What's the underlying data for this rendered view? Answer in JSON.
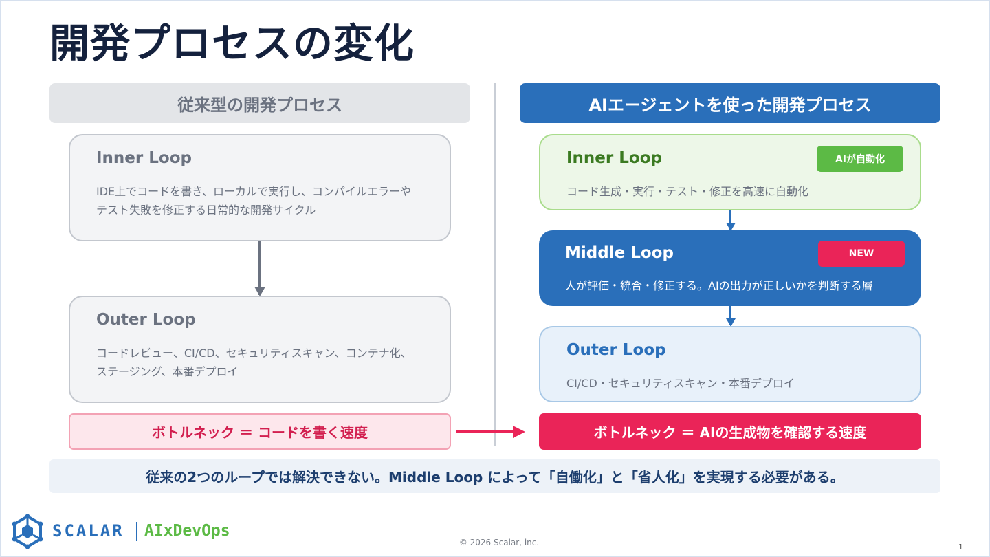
{
  "title": "開発プロセスの変化",
  "left_header": "従来型の開発プロセス",
  "right_header": "AIエージェントを使った開発プロセス",
  "left": {
    "inner": {
      "title": "Inner Loop",
      "desc": "IDE上でコードを書き、ローカルで実行し、コンパイルエラーやテスト失敗を修正する日常的な開発サイクル"
    },
    "outer": {
      "title": "Outer Loop",
      "desc": "コードレビュー、CI/CD、セキュリティスキャン、コンテナ化、ステージング、本番デプロイ"
    },
    "bottleneck": "ボトルネック ＝ コードを書く速度"
  },
  "right": {
    "inner": {
      "title": "Inner Loop",
      "badge": "AIが自動化",
      "desc": "コード生成・実行・テスト・修正を高速に自動化"
    },
    "middle": {
      "title": "Middle Loop",
      "badge": "NEW",
      "desc": "人が評価・統合・修正する。AIの出力が正しいかを判断する層"
    },
    "outer": {
      "title": "Outer Loop",
      "desc": "CI/CD・セキュリティスキャン・本番デプロイ"
    },
    "bottleneck": "ボトルネック ＝ AIの生成物を確認する速度"
  },
  "conclusion": "従来の2つのループでは解決できない。Middle Loop によって「自働化」と「省人化」を実現する必要がある。",
  "footer": {
    "brand": "SCALAR",
    "brand_sub": "AIxDevOps",
    "copyright": "© 2026 Scalar, inc.",
    "page": "1"
  },
  "colors": {
    "primary": "#2a6fba",
    "accent": "#ea2458",
    "green": "#5cba45",
    "gray": "#6b7280"
  },
  "icons": {
    "logo": "scalar-logo-icon"
  }
}
